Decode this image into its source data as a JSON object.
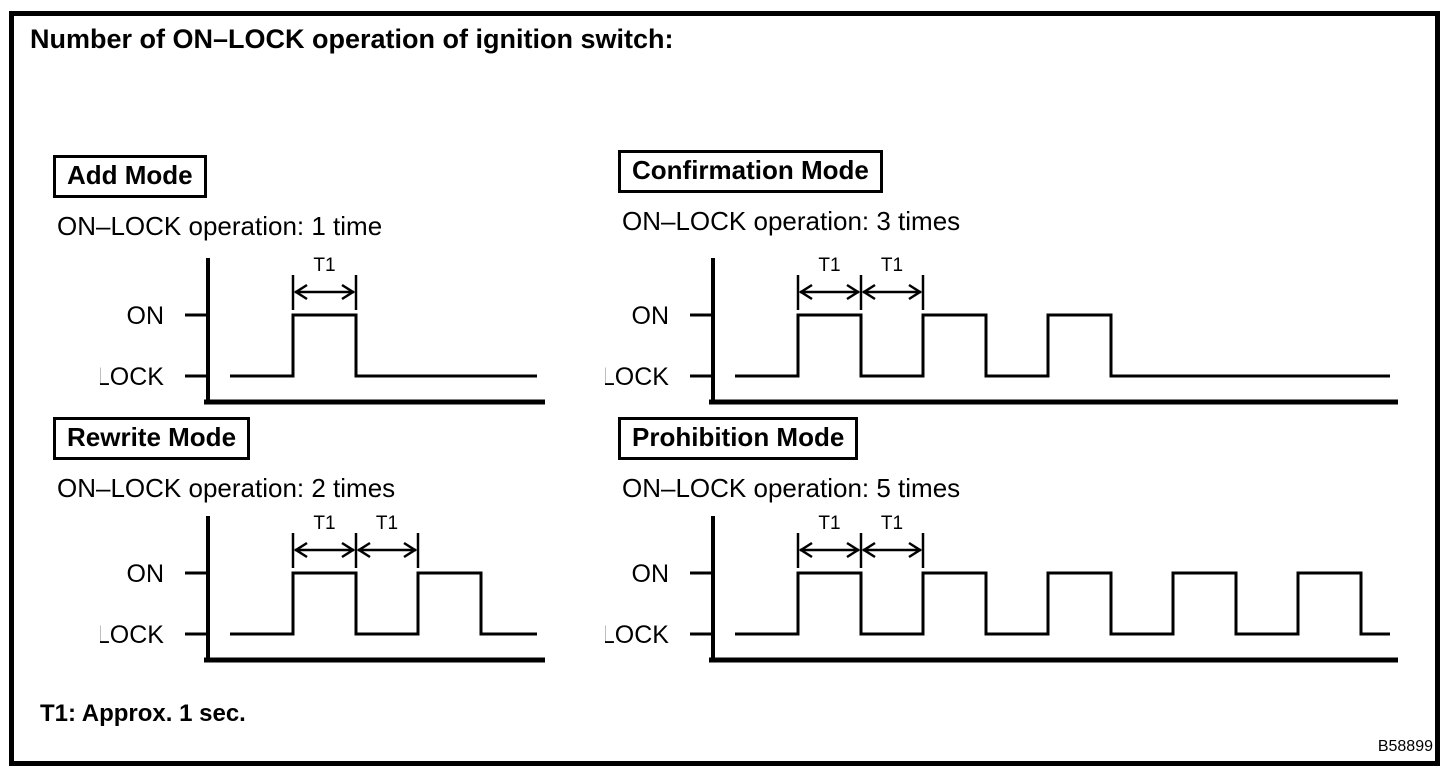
{
  "figure": {
    "title": "Number of ON–LOCK operation of ignition switch:",
    "footnote": "T1: Approx. 1 sec.",
    "code": "B58899"
  },
  "waveform_labels": {
    "on": "ON",
    "lock": "LOCK",
    "t1": "T1"
  },
  "colors": {
    "ink": "#000000",
    "background": "#ffffff"
  },
  "panels": [
    {
      "id": "add-mode",
      "label": "Add Mode",
      "operation": "ON–LOCK operation: 1 time",
      "pulses": 1,
      "t1_arrows": 1
    },
    {
      "id": "confirmation-mode",
      "label": "Confirmation Mode",
      "operation": "ON–LOCK operation: 3 times",
      "pulses": 3,
      "t1_arrows": 2
    },
    {
      "id": "rewrite-mode",
      "label": "Rewrite Mode",
      "operation": "ON–LOCK operation: 2 times",
      "pulses": 2,
      "t1_arrows": 2
    },
    {
      "id": "prohibition-mode",
      "label": "Prohibition Mode",
      "operation": "ON–LOCK operation: 5 times",
      "pulses": 5,
      "t1_arrows": 2
    }
  ]
}
